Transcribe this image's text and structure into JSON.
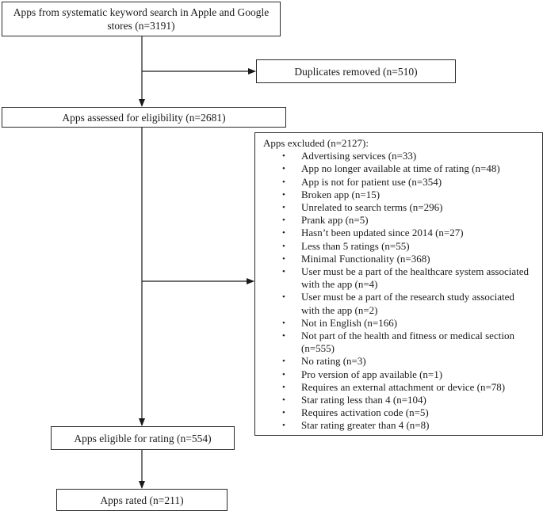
{
  "boxes": {
    "search": "Apps from systematic keyword search in Apple and Google stores (n=3191)",
    "duplicates": "Duplicates removed (n=510)",
    "assessed": "Apps assessed for eligibility (n=2681)",
    "eligible": "Apps eligible for rating (n=554)",
    "rated": "Apps rated (n=211)"
  },
  "excluded": {
    "heading": "Apps excluded (n=2127):",
    "bullet": "•",
    "items": [
      "Advertising services (n=33)",
      "App no longer available at time of rating (n=48)",
      "App is not for patient use (n=354)",
      "Broken app (n=15)",
      "Unrelated to search terms (n=296)",
      "Prank app (n=5)",
      "Hasn’t been updated since 2014 (n=27)",
      "Less than 5 ratings (n=55)",
      "Minimal Functionality (n=368)",
      "User must be a part of the healthcare system associated with the app (n=4)",
      "User must be a part of the research study associated with the app (n=2)",
      "Not in English (n=166)",
      "Not part of the health and fitness or medical section (n=555)",
      "No rating (n=3)",
      "Pro version of app available (n=1)",
      "Requires an external attachment or device (n=78)",
      "Star rating less than 4 (n=104)",
      "Requires activation code (n=5)",
      "Star rating greater than 4 (n=8)"
    ]
  }
}
